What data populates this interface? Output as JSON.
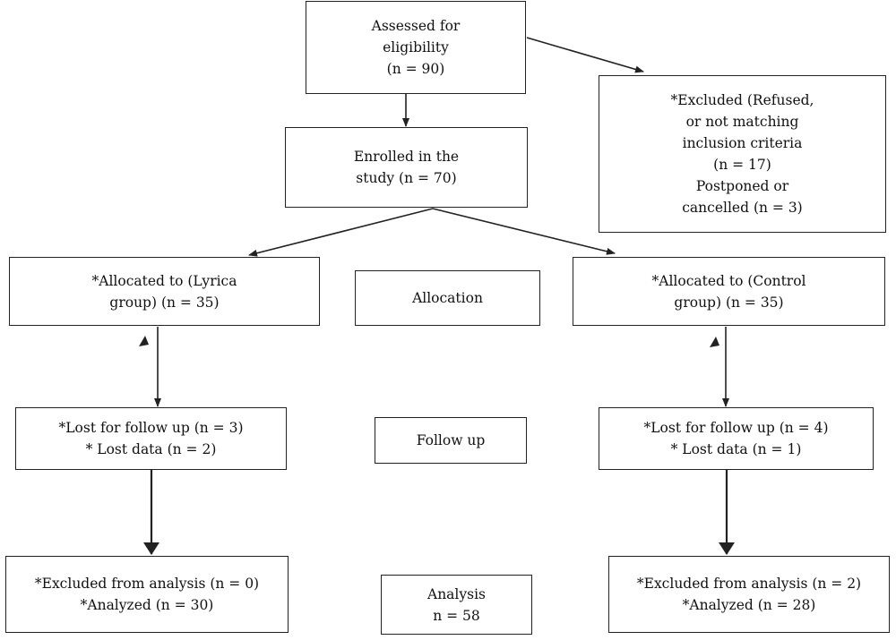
{
  "boxes": {
    "assessed": {
      "lines": [
        "Assessed for",
        "eligibility",
        "(n = 90)"
      ]
    },
    "excluded_top": {
      "lines": [
        "*Excluded (Refused,",
        "or not matching",
        "inclusion criteria",
        "(n = 17)",
        "Postponed or",
        "cancelled (n = 3)"
      ]
    },
    "enrolled": {
      "lines": [
        "Enrolled in the",
        "study (n = 70)"
      ]
    },
    "lyrica_alloc": {
      "lines": [
        "*Allocated to (Lyrica",
        "group) (n = 35)"
      ]
    },
    "allocation": {
      "lines": [
        "Allocation"
      ]
    },
    "control_alloc": {
      "lines": [
        "*Allocated to (Control",
        "group) (n = 35)"
      ]
    },
    "lyrica_followup": {
      "lines": [
        "*Lost for follow up (n = 3)",
        "* Lost data (n = 2)"
      ]
    },
    "followup": {
      "lines": [
        "Follow up"
      ]
    },
    "control_followup": {
      "lines": [
        "*Lost for follow up (n = 4)",
        "* Lost data (n = 1)"
      ]
    },
    "lyrica_analysis": {
      "lines": [
        "*Excluded from analysis (n = 0)",
        "*Analyzed (n = 30)"
      ]
    },
    "analysis": {
      "lines": [
        "Analysis",
        "n = 58"
      ]
    },
    "control_analysis": {
      "lines": [
        "*Excluded from analysis (n = 2)",
        "*Analyzed (n = 28)"
      ]
    }
  },
  "colors": {
    "stroke": "#222222",
    "background": "#ffffff"
  }
}
